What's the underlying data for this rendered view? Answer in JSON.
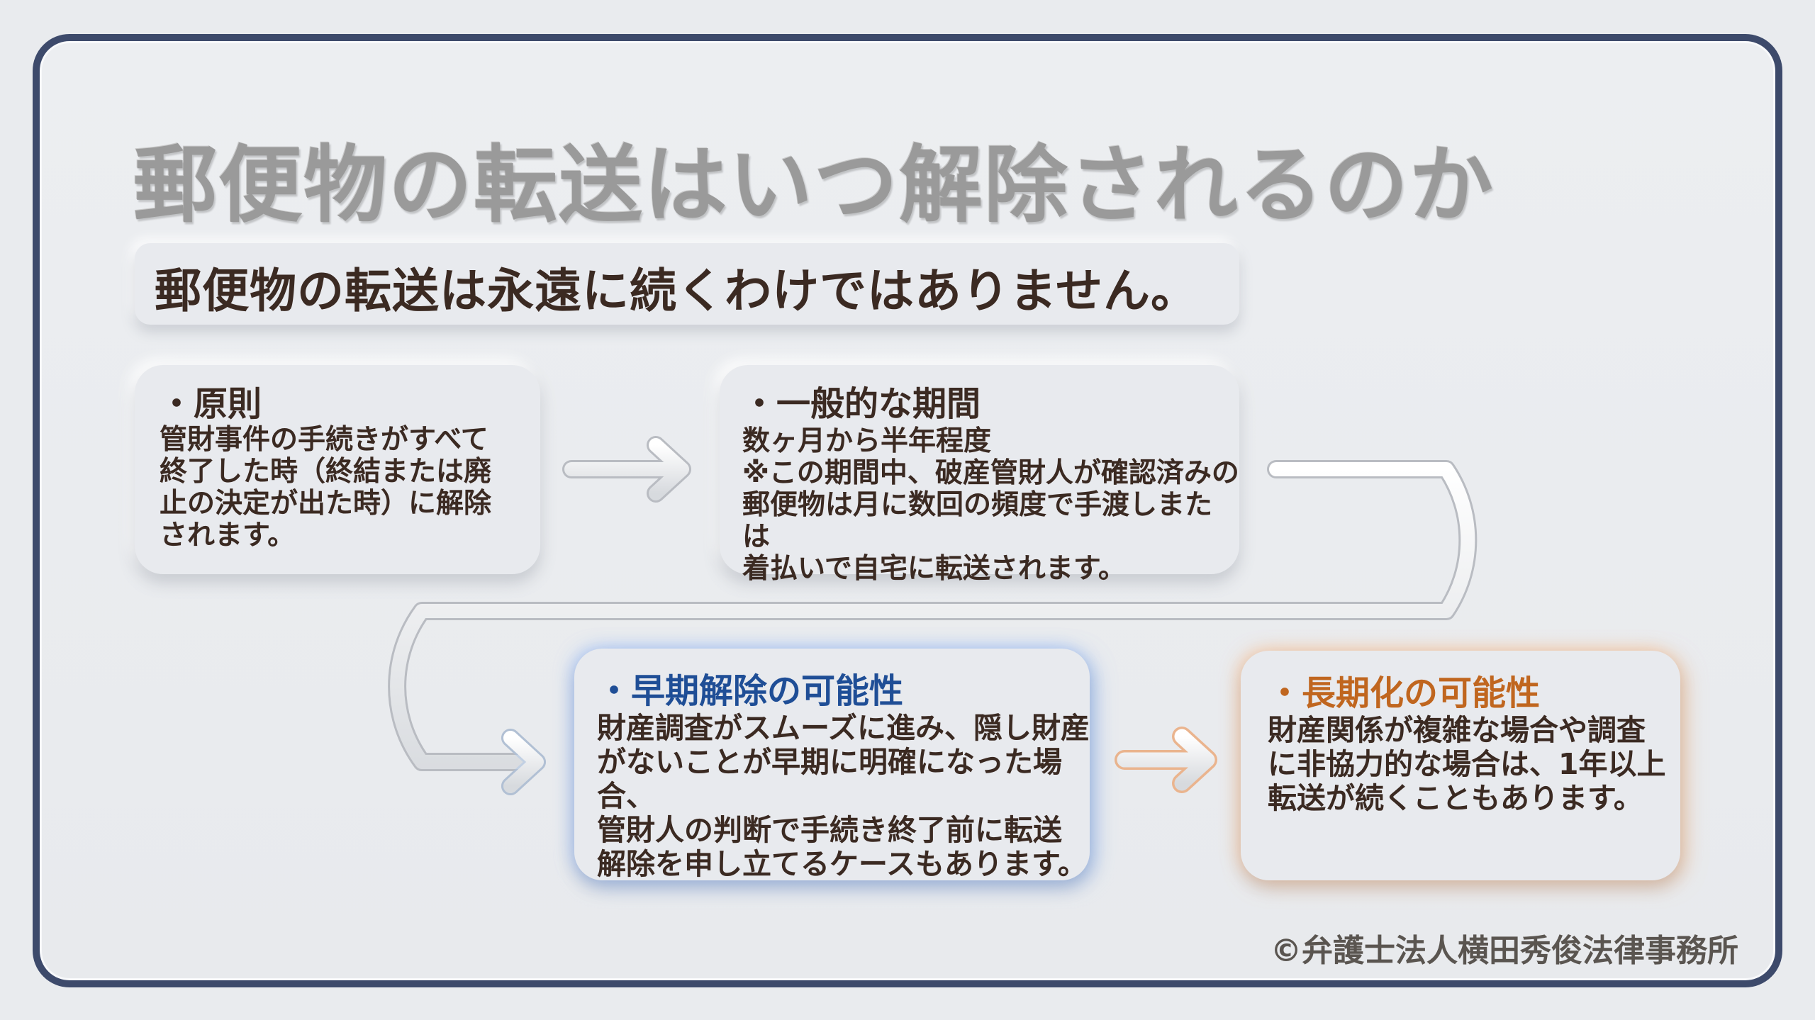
{
  "title": "郵便物の転送はいつ解除されるのか",
  "subtitle": "郵便物の転送は永遠に続くわけではありません。",
  "cards": [
    {
      "heading": "・原則",
      "body": "管財事件の手続きがすべて\n終了した時（終結または廃\n止の決定が出た時）に解除\nされます。"
    },
    {
      "heading": "・一般的な期間",
      "body": "数ヶ月から半年程度\n※この期間中、破産管財人が確認済みの\n郵便物は月に数回の頻度で手渡しまたは\n着払いで自宅に転送されます。"
    },
    {
      "heading": "・早期解除の可能性",
      "body": "財産調査がスムーズに進み、隠し財産\nがないことが早期に明確になった場合、\n管財人の判断で手続き終了前に転送\n解除を申し立てるケースもあります。",
      "accent": "#1f4e96"
    },
    {
      "heading": "・長期化の可能性",
      "body": "財産関係が複雑な場合や調査\nに非協力的な場合は、1年以上\n転送が続くこともあります。",
      "accent": "#c0661f"
    }
  ],
  "footer": "©弁護士法人横田秀俊法律事務所",
  "colors": {
    "frame": "#3d4a6b",
    "text": "#3b2a22",
    "title": "#9a9a9a",
    "blue_glow": "#6ea0f0",
    "orange_glow": "#f0aa6e"
  },
  "icons": [
    "arrow-right-icon",
    "curved-connector-arrow-icon",
    "arrow-right-icon"
  ]
}
